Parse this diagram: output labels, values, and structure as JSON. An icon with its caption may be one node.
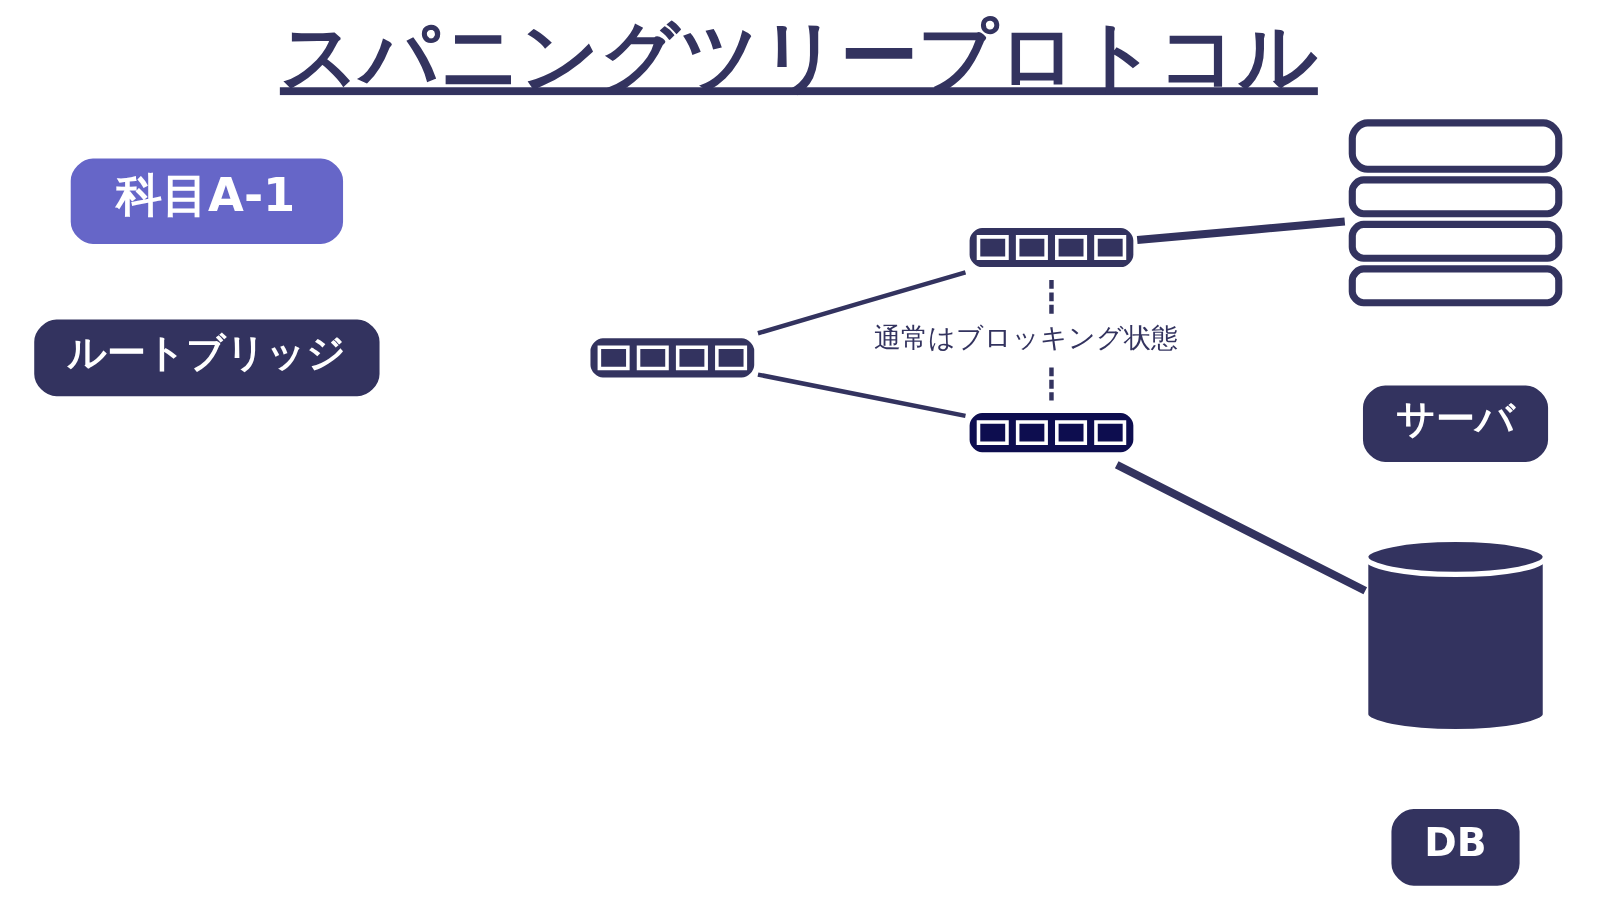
{
  "diagram": {
    "title": "スパニングツリープロトコル",
    "nodes": [
      {
        "text": [
          "科目A-1"
        ]
      },
      {
        "text": [
          "ルートブリッジ"
        ]
      },
      {
        "text": [],
        "shape": "box"
      },
      {
        "text": [],
        "shape": "box"
      },
      {
        "text": [],
        "shape": "box"
      },
      {
        "text": [],
        "shape": "picture"
      },
      {
        "text": [
          "サーバ"
        ]
      },
      {
        "text": [],
        "shape": "cylinder"
      },
      {
        "text": [
          "DB"
        ]
      }
    ],
    "edges": [
      {
        "from": 2,
        "to": 3,
        "arrow": "none"
      },
      {
        "from": 2,
        "to": 4,
        "arrow": "none"
      },
      {
        "from": 3,
        "to": 4,
        "arrow": "none",
        "style": "dashed",
        "label": "通常はブロッキング状態"
      },
      {
        "from": 3,
        "to": 5,
        "arrow": "none",
        "style": "thick"
      },
      {
        "from": 4,
        "to": 7,
        "arrow": "none",
        "style": "thick"
      }
    ]
  }
}
